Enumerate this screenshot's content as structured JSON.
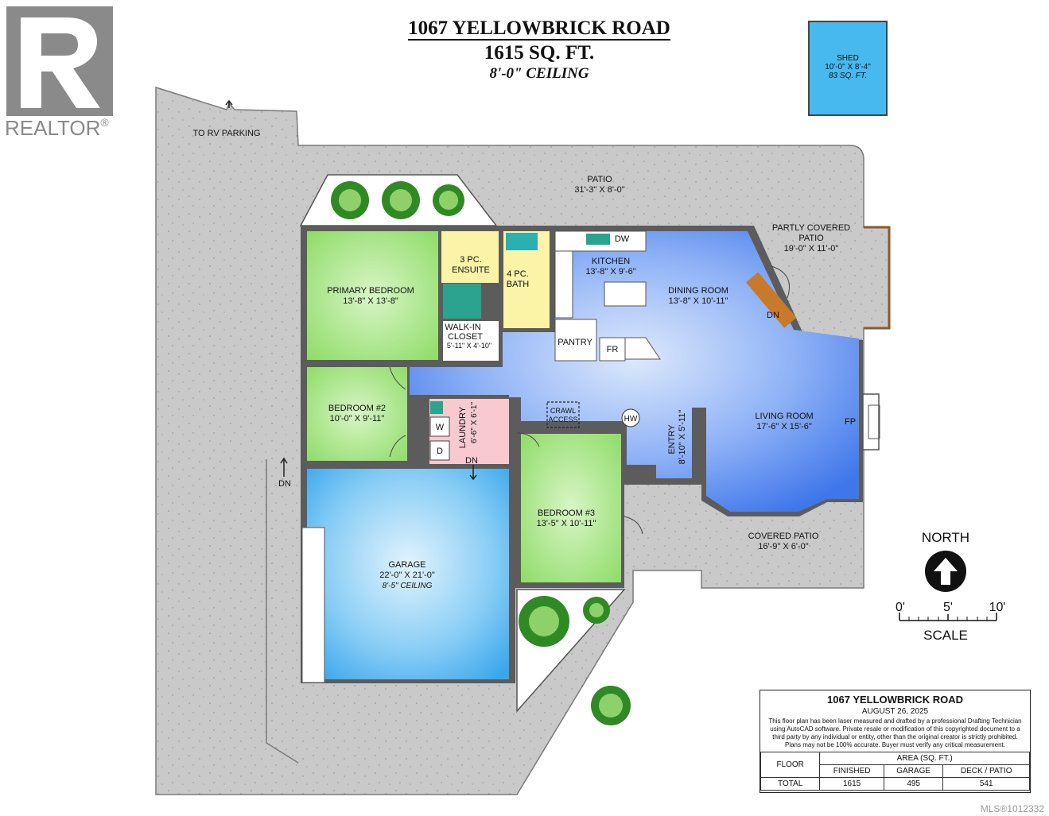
{
  "header": {
    "address": "1067 YELLOWBRICK ROAD",
    "area": "1615 SQ. FT.",
    "ceiling": "8'-0\" CEILING"
  },
  "logo": {
    "text": "REALTOR",
    "mark": "®"
  },
  "shed": {
    "name": "SHED",
    "dims": "10'-0\" X 8'-4\"",
    "area": "83 SQ. FT."
  },
  "labels": {
    "rv_parking": "TO RV PARKING",
    "dn_left": "DN",
    "dn_laundry": "DN",
    "dn_patio": "DN",
    "patio_name": "PATIO",
    "patio_dims": "31'-3\" X 8'-0\"",
    "partly_name": "PARTLY COVERED",
    "partly_name2": "PATIO",
    "partly_dims": "19'-0\" X 11'-0\"",
    "covered_name": "COVERED PATIO",
    "covered_dims": "16'-9\" X 6'-0\"",
    "fp": "FP",
    "hw": "HW",
    "crawl1": "CRAWL",
    "crawl2": "ACCESS",
    "dw": "DW",
    "fr": "FR",
    "washer": "W",
    "dryer": "D"
  },
  "rooms": {
    "primary": {
      "name": "PRIMARY BEDROOM",
      "dims": "13'-8\" X 13'-8\""
    },
    "ensuite": {
      "name1": "3 PC.",
      "name2": "ENSUITE"
    },
    "bath": {
      "name1": "4 PC.",
      "name2": "BATH"
    },
    "walkin": {
      "name1": "WALK-IN",
      "name2": "CLOSET",
      "dims": "5'-11\" X 4'-10\""
    },
    "kitchen": {
      "name": "KITCHEN",
      "dims": "13'-8\" X 9'-6\""
    },
    "dining": {
      "name": "DINING ROOM",
      "dims": "13'-8\" X 10'-11\""
    },
    "pantry": {
      "name": "PANTRY"
    },
    "bedroom2": {
      "name": "BEDROOM #2",
      "dims": "10'-0\" X 9'-11\""
    },
    "laundry": {
      "name": "LAUNDRY",
      "dims": "6'-6\" X 6'-1\""
    },
    "entry": {
      "name": "ENTRY",
      "dims": "8'-10\" X 5'-11\""
    },
    "living": {
      "name": "LIVING ROOM",
      "dims": "17'-6\" X 15'-6\""
    },
    "bedroom3": {
      "name": "BEDROOM #3",
      "dims": "13'-5\" X 10'-11\""
    },
    "garage": {
      "name": "GARAGE",
      "dims": "22'-0\" X 21'-0\"",
      "ceiling": "8'-5\" CEILING"
    }
  },
  "compass": {
    "north": "NORTH",
    "scale": "SCALE",
    "ticks": [
      "0'",
      "5'",
      "10'"
    ]
  },
  "title_block": {
    "title": "1067 YELLOWBRICK ROAD",
    "date": "AUGUST 26, 2025",
    "disclaimer": [
      "This floor plan has been laser measured and drafted by a professional Drafting Technician",
      "using AutoCAD software. Private resale or modification of this copyrighted document to a",
      "third party by any individual or entity, other than the original creator is strictly prohibited.",
      "Plans may not be 100% accurate.  Buyer must verify any critical measurement."
    ],
    "table": {
      "floor_header": "FLOOR",
      "area_header": "AREA (SQ. FT.)",
      "columns": [
        "FINISHED",
        "GARAGE",
        "DECK / PATIO"
      ],
      "row_label": "TOTAL",
      "values": [
        "1615",
        "495",
        "541"
      ]
    }
  },
  "mls": "MLS®1012332",
  "colors": {
    "ground": "#c9c9c9",
    "bedroom": "#9ee07a",
    "bath": "#fbf3a6",
    "laundry": "#f8c9cf",
    "main": "#4f86ef",
    "garage": "#4ab0ee",
    "shed": "#47b9ef",
    "wall": "#5c5c5c",
    "tree": "#2f8a24"
  }
}
